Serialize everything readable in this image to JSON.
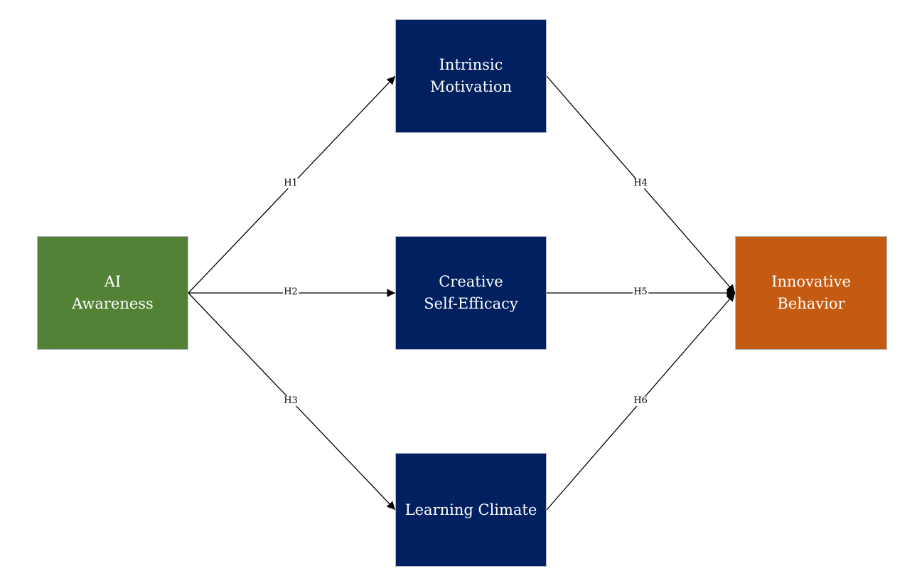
{
  "nodes": [
    {
      "id": "ai",
      "label": "AI\nAwareness",
      "color": "#538135"
    },
    {
      "id": "im",
      "label": "Intrinsic\nMotivation",
      "color": "#002060"
    },
    {
      "id": "cse",
      "label": "Creative\nSelf-Efficacy",
      "color": "#002060"
    },
    {
      "id": "lc",
      "label": "Learning Climate",
      "color": "#002060"
    },
    {
      "id": "ib",
      "label": "Innovative\nBehavior",
      "color": "#C55A11"
    }
  ],
  "edges": [
    {
      "from": "ai",
      "to": "im",
      "label": "H1"
    },
    {
      "from": "ai",
      "to": "cse",
      "label": "H2"
    },
    {
      "from": "ai",
      "to": "lc",
      "label": "H3"
    },
    {
      "from": "im",
      "to": "ib",
      "label": "H4"
    },
    {
      "from": "cse",
      "to": "ib",
      "label": "H5"
    },
    {
      "from": "lc",
      "to": "ib",
      "label": "H6"
    }
  ]
}
